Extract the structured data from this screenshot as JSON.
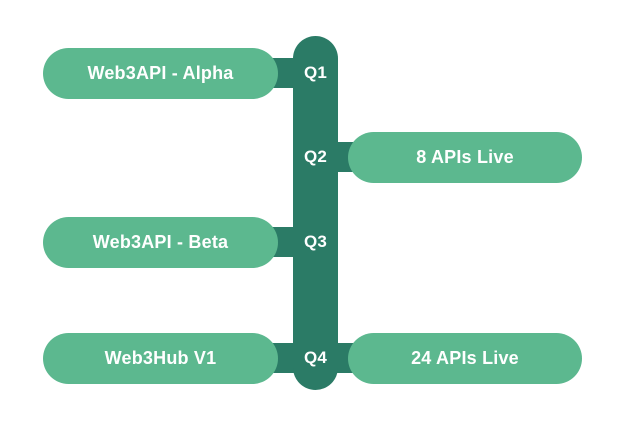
{
  "diagram": {
    "type": "quarterly-roadmap-timeline",
    "background_color": "#ffffff",
    "spine_color": "#2b7b66",
    "pill_color": "#5cb88f",
    "text_color": "#ffffff",
    "rows": [
      {
        "quarter": "Q1",
        "left_pill": "Web3API - Alpha",
        "right_pill": null
      },
      {
        "quarter": "Q2",
        "left_pill": null,
        "right_pill": "8 APIs Live"
      },
      {
        "quarter": "Q3",
        "left_pill": "Web3API - Beta",
        "right_pill": null
      },
      {
        "quarter": "Q4",
        "left_pill": "Web3Hub V1",
        "right_pill": "24 APIs Live"
      }
    ]
  }
}
